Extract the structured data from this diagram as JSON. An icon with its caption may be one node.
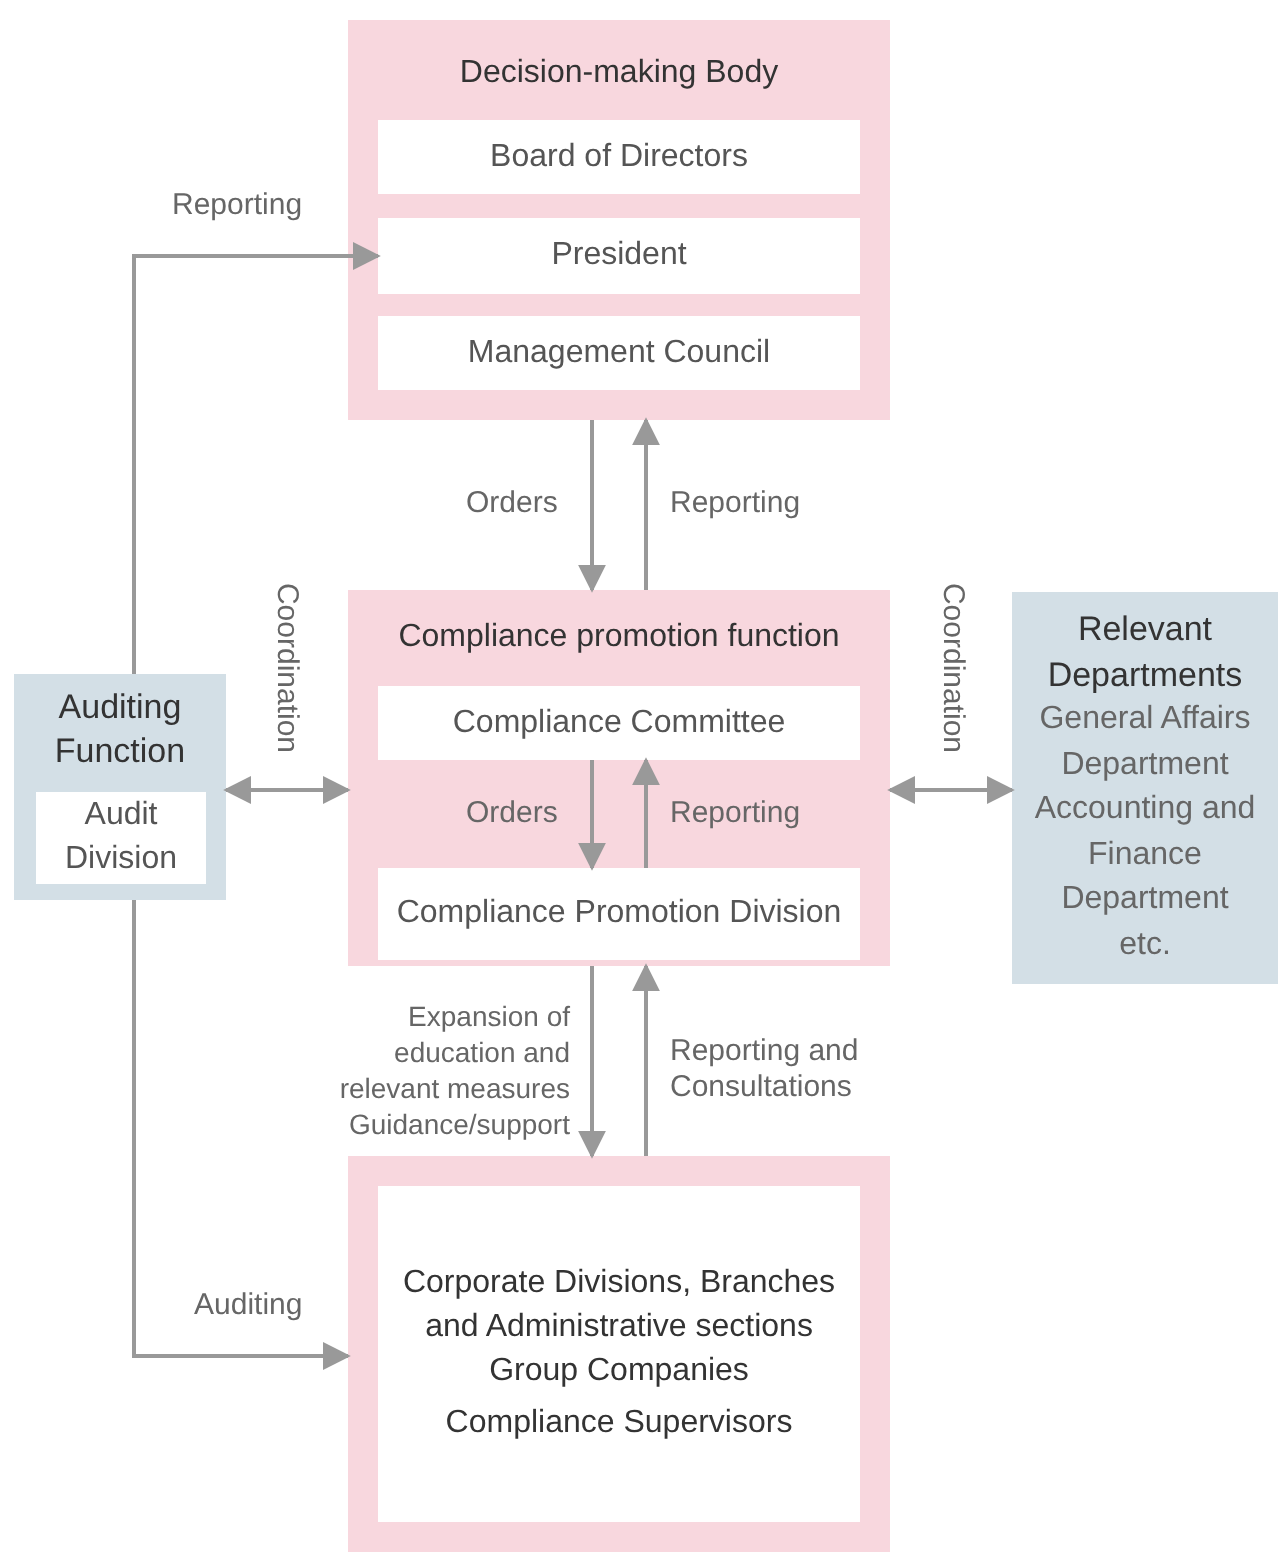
{
  "diagram": {
    "nodes": [
      {
        "text": [
          "Decision-making Body"
        ]
      },
      {
        "text": [
          "Board of Directors"
        ],
        "in": 0
      },
      {
        "text": [
          "President"
        ],
        "in": 0
      },
      {
        "text": [
          "Management Council"
        ],
        "in": 0
      },
      {
        "text": [
          "Compliance promotion function"
        ]
      },
      {
        "text": [
          "Compliance Committee"
        ],
        "in": 4
      },
      {
        "text": [
          "Compliance Promotion Division"
        ],
        "in": 4
      },
      {
        "text": [
          "Auditing Function"
        ]
      },
      {
        "text": [
          "Audit Division"
        ],
        "in": 7
      },
      {
        "text": [
          "Relevant Departments",
          "General Affairs Department",
          "Accounting and Finance Department",
          "etc."
        ]
      },
      {
        "text": [
          "Corporate Divisions, Branches and Administrative sections",
          "Group Companies",
          "Compliance Supervisors"
        ]
      }
    ],
    "edges": [
      {
        "from": 7,
        "to": 2,
        "arrow": "to",
        "label": "Reporting"
      },
      {
        "from": 0,
        "to": 4,
        "arrow": "to",
        "label": "Orders"
      },
      {
        "from": 4,
        "to": 0,
        "arrow": "to",
        "label": "Reporting"
      },
      {
        "from": 7,
        "to": 4,
        "arrow": "both",
        "label": "Coordination"
      },
      {
        "from": 4,
        "to": 9,
        "arrow": "both",
        "label": "Coordination"
      },
      {
        "from": 5,
        "to": 6,
        "arrow": "to",
        "label": "Orders"
      },
      {
        "from": 6,
        "to": 5,
        "arrow": "to",
        "label": "Reporting"
      },
      {
        "from": 4,
        "to": 10,
        "arrow": "to",
        "label": "Expansion of education and relevant measures Guidance/support"
      },
      {
        "from": 10,
        "to": 4,
        "arrow": "to",
        "label": "Reporting and Consultations"
      },
      {
        "from": 7,
        "to": 10,
        "arrow": "to",
        "label": "Auditing"
      }
    ]
  }
}
